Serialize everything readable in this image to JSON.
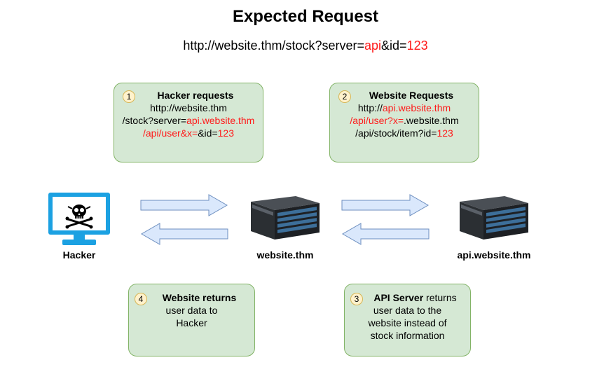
{
  "title": "Expected Request",
  "expected_url": {
    "prefix": "http://website.thm/stock?server=",
    "server": "api",
    "mid": "&id=",
    "id": "123"
  },
  "box1": {
    "num": "1",
    "heading": "Hacker requests",
    "line1": "http://website.thm",
    "line2_a": "/stock?server=",
    "line2_b": "api.website.thm",
    "line3_a": "/api/user&x=",
    "line3_b": "&id=",
    "line3_c": "123"
  },
  "box2": {
    "num": "2",
    "heading": "Website Requests",
    "line1_a": "http://",
    "line1_b": "api.website.thm",
    "line2_a": "/api/user?x=",
    "line2_b": ".website.thm",
    "line3_a": "/api/stock/item?id=",
    "line3_b": "123"
  },
  "box3": {
    "num": "3",
    "heading": "API Server",
    "line1_rest": " returns",
    "line2": "user data to the",
    "line3": "website instead of",
    "line4": "stock information"
  },
  "box4": {
    "num": "4",
    "heading": "Website returns",
    "line2": "user data to",
    "line3": "Hacker"
  },
  "nodes": {
    "hacker": "Hacker",
    "website": "website.thm",
    "api": "api.website.thm"
  },
  "icons": {
    "hacker": "skull-monitor-icon",
    "website": "server-icon",
    "api": "server-icon"
  },
  "colors": {
    "highlight": "#ff1a1a",
    "box_fill": "#d5e8d4",
    "box_border": "#82b366",
    "arrow_fill": "#dae8fc",
    "arrow_border": "#6c8ebf",
    "monitor": "#1ba1e2"
  }
}
